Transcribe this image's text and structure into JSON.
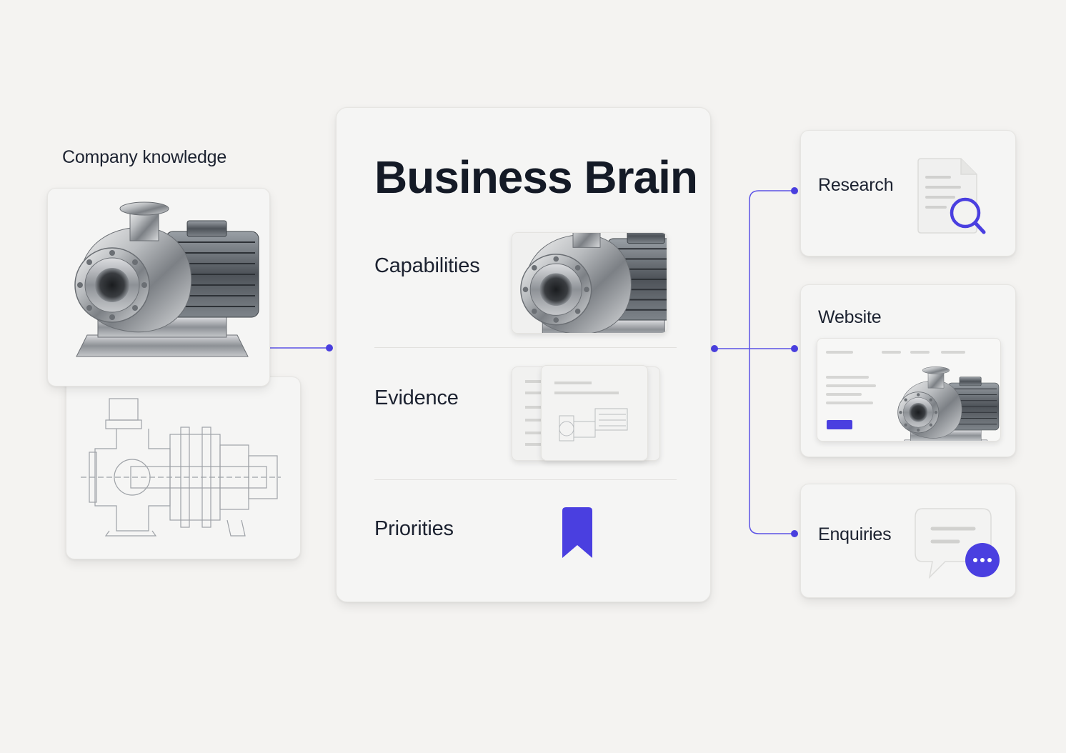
{
  "left": {
    "heading": "Company knowledge"
  },
  "center": {
    "title": "Business Brain",
    "rows": [
      {
        "label": "Capabilities"
      },
      {
        "label": "Evidence"
      },
      {
        "label": "Priorities"
      }
    ]
  },
  "right": {
    "outputs": [
      {
        "label": "Research",
        "icon": "document-search-icon"
      },
      {
        "label": "Website",
        "icon": "website-preview"
      },
      {
        "label": "Enquiries",
        "icon": "chat-bubble-icon"
      }
    ]
  },
  "colors": {
    "accent": "#4a3fe0",
    "background": "#f4f3f1",
    "card": "#f5f5f4",
    "text": "#1a1f2b"
  }
}
